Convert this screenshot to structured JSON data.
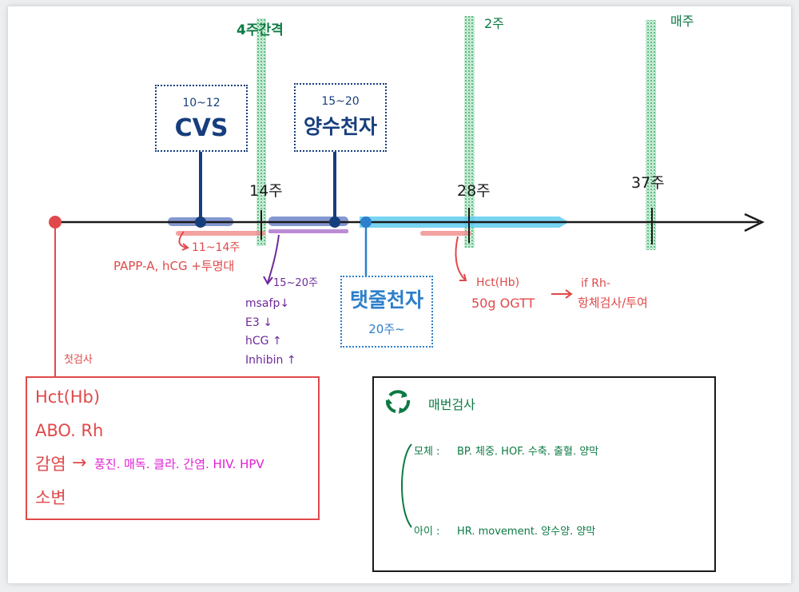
{
  "interval_labels": {
    "four_week": "4주간격",
    "two_week": "2주",
    "weekly": "매주"
  },
  "week_labels": {
    "w14": "14주",
    "w28": "28주",
    "w37": "37주"
  },
  "cvs": {
    "range": "10~12",
    "name": "CVS"
  },
  "amnio": {
    "range": "15~20",
    "name": "양수천자"
  },
  "cordo": {
    "name": "탯줄천자",
    "range": "20주~"
  },
  "test_11_14": {
    "range": "11~14주",
    "detail": "PAPP-A, hCG +투명대"
  },
  "test_15_20": {
    "range": "15~20주",
    "items": [
      "msafp↓",
      "E3 ↓",
      "hCG ↑",
      "Inhibin ↑"
    ]
  },
  "test_28": {
    "line1": "Hct(Hb)",
    "line2": "50g OGTT"
  },
  "rh_test": {
    "line1": "if Rh-",
    "line2": "항체검사/투여"
  },
  "first_visit": {
    "label": "첫검사",
    "items": [
      "Hct(Hb)",
      "ABO. Rh"
    ],
    "infection_label": "감염",
    "infection_detail": "풍진. 매독. 클라. 간염. HIV. HPV",
    "last_item": "소변"
  },
  "every_visit": {
    "title": "매번검사",
    "mother_label": "모체 :",
    "mother_detail": "BP. 체중. HOF. 수축. 출혈. 양막",
    "baby_label": "아이 :",
    "baby_detail": "HR. movement. 양수양. 양막"
  },
  "colors": {
    "green": "#0c7a43",
    "navy": "#163e7c",
    "red": "#e0494b",
    "purple": "#6f2a9c",
    "blue": "#2d7fcb",
    "magenta": "#e01fd6"
  }
}
